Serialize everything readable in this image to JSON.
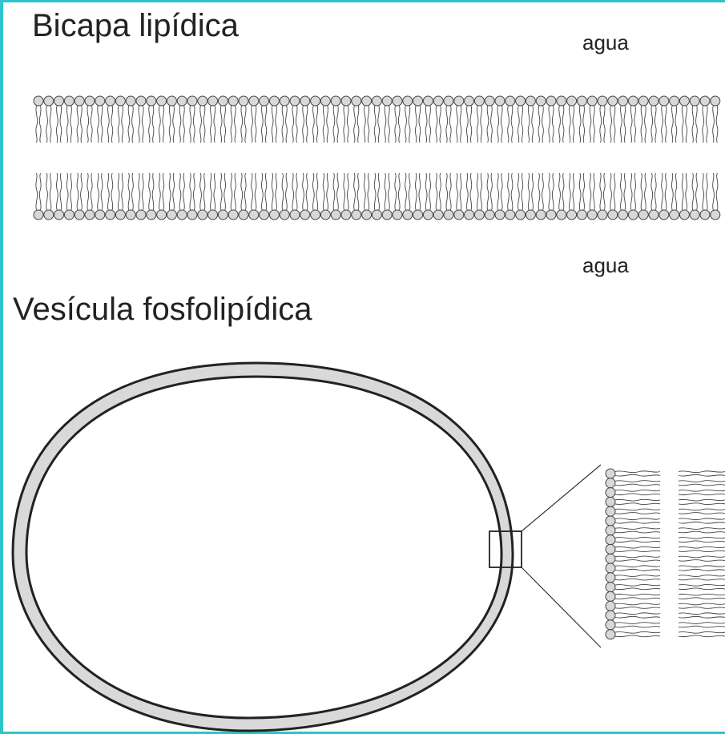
{
  "labels": {
    "bilayer_title": "Bicapa lipídica",
    "vesicle_title": "Vesícula fosfolipídica",
    "water_top": "agua",
    "water_bottom": "agua"
  },
  "colors": {
    "frame": "#2ec4cc",
    "head_fill": "#d8d8d8",
    "stroke": "#333333",
    "membrane_fill": "#d9d9d9"
  }
}
